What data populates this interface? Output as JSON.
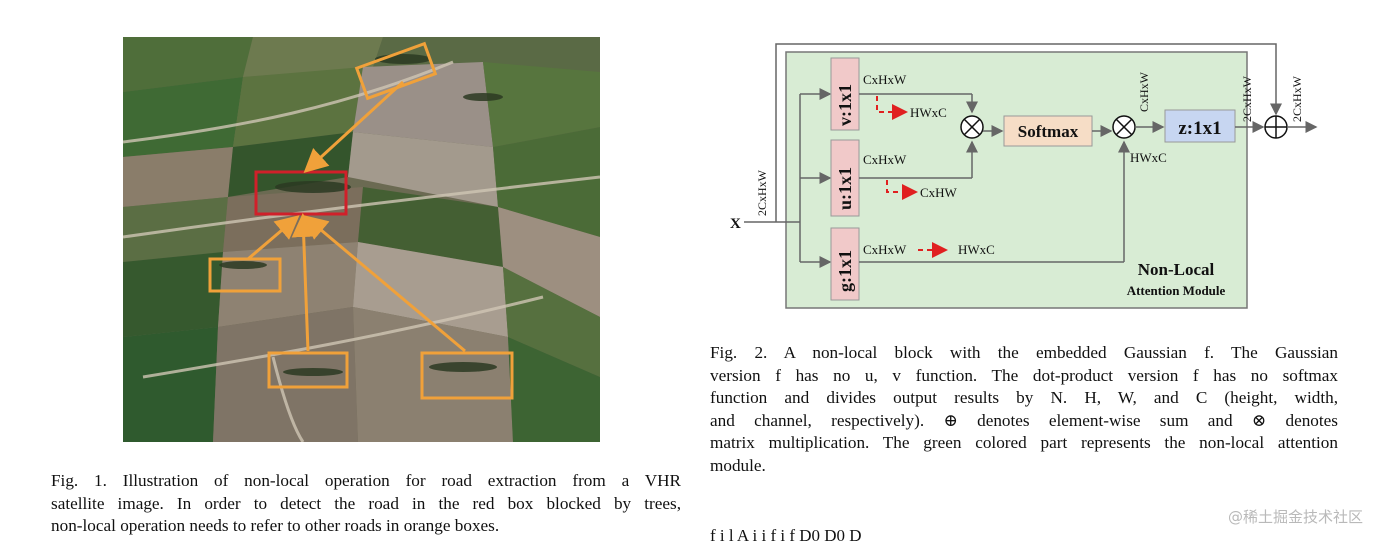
{
  "fig1": {
    "caption_lines": [
      "Fig. 1.  Illustration of non-local operation for road extraction from a VHR",
      "satellite image. In order to detect the road in the red box blocked by trees,",
      "non-local operation needs to refer to other roads in orange boxes."
    ]
  },
  "fig2": {
    "diagram": {
      "input_label": "X",
      "input_dim": "2CxHxW",
      "blocks": {
        "v": "v:1x1",
        "u": "u:1x1",
        "g": "g:1x1",
        "softmax": "Softmax",
        "z": "z:1x1"
      },
      "labels": {
        "v_out": "CxHxW",
        "v_reshape": "HWxC",
        "u_out": "CxHxW",
        "u_reshape": "CxHW",
        "g_out": "CxHxW",
        "g_reshape": "HWxC",
        "mult2_in": "CxHxW",
        "mult2_out": "HWxC",
        "z_out": "2CxHxW",
        "sum_out": "2CxHxW"
      },
      "module_title": "Non-Local",
      "module_subtitle": "Attention Module"
    },
    "caption_lines": [
      "Fig. 2.   A non-local block with the embedded Gaussian f. The Gaussian",
      "version f has no u, v function. The dot-product version f has no softmax",
      "function and divides output results by N. H, W, and C (height, width,",
      "and channel, respectively). ⊕ denotes element-wise sum and ⊗ denotes",
      "matrix multiplication. The green colored part represents the non-local attention",
      "module."
    ]
  },
  "watermark": "@稀土掘金技术社区",
  "next_text_fragment": "f            i  l  A   i   i   f    i   f  D0      D0      D"
}
